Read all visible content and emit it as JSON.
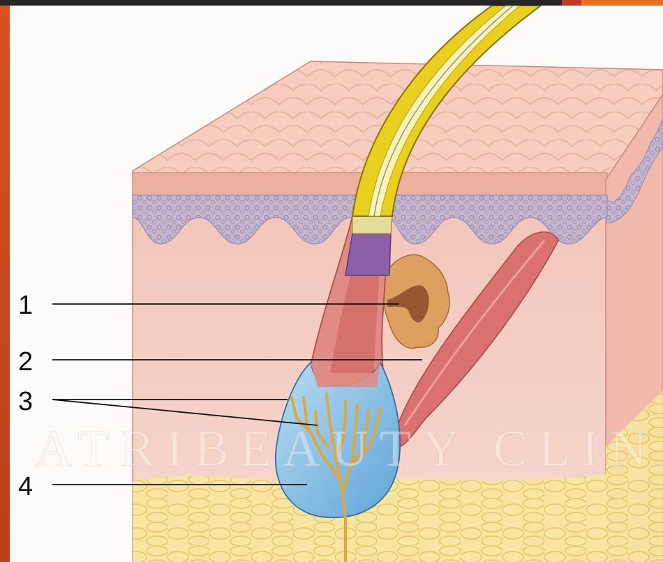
{
  "labels": [
    {
      "id": "1",
      "text": "1"
    },
    {
      "id": "2",
      "text": "2"
    },
    {
      "id": "3",
      "text": "3"
    },
    {
      "id": "4",
      "text": "4"
    }
  ],
  "watermark": "ATRIBEAUTY CLINIQUE",
  "colors": {
    "frame_bar": "#262626",
    "accent_orange": "#e8711e",
    "accent_red": "#c0392b",
    "skin": "#f3c8bd",
    "skin_top": "#f1b9a8",
    "epidermis_blue": "#9a9fc4",
    "fat": "#f6df8a",
    "hair_yellow": "#e9cf1e",
    "bulb_blue": "#8ec3e6",
    "sheath_purple": "#8d5fa8",
    "muscle_red": "#d86a6a",
    "gland_tan": "#d89a60",
    "vessel_gold": "#d9a93f"
  }
}
